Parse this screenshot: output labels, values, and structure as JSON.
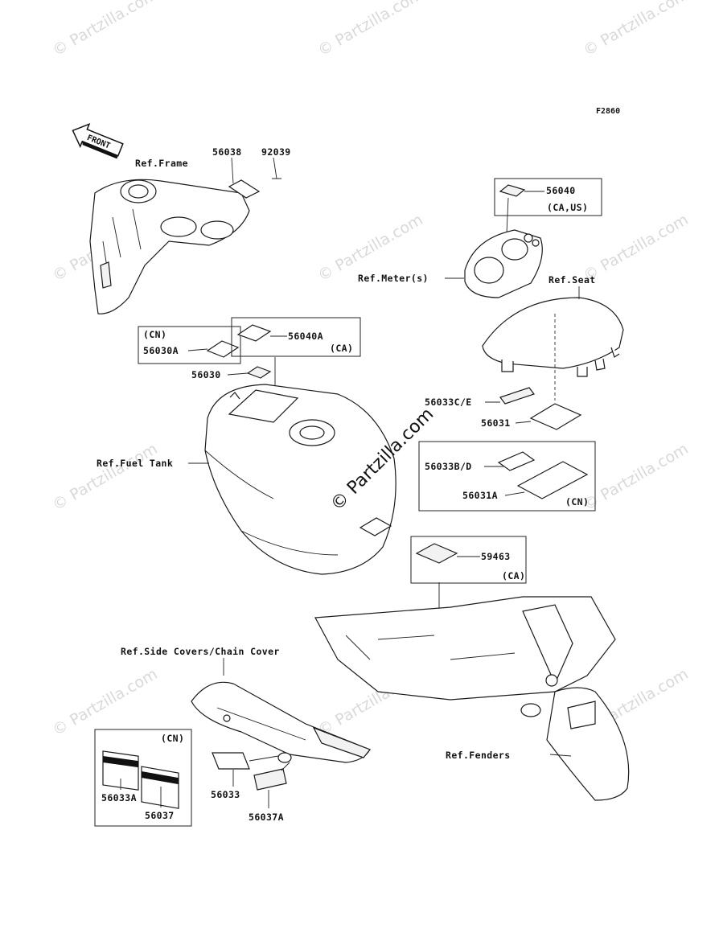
{
  "diagram_id": "F2860",
  "watermark": {
    "text": "© Partzilla.com",
    "main_text": "© Partzilla.com"
  },
  "front_arrow": {
    "label": "FRONT"
  },
  "refs": {
    "frame": "Ref.Frame",
    "meter": "Ref.Meter(s)",
    "seat": "Ref.Seat",
    "fuel_tank": "Ref.Fuel Tank",
    "side_covers": "Ref.Side Covers/Chain Cover",
    "fenders": "Ref.Fenders"
  },
  "parts": {
    "p56038": "56038",
    "p92039": "92039",
    "p56040": "56040",
    "p56040_region": "(CA,US)",
    "p56030A_region": "(CN)",
    "p56030A": "56030A",
    "p56040A": "56040A",
    "p56040A_region": "(CA)",
    "p56030": "56030",
    "p56033CE": "56033C/E",
    "p56031": "56031",
    "p56033BD": "56033B/D",
    "p56031A": "56031A",
    "p56031A_region": "(CN)",
    "p59463": "59463",
    "p59463_region": "(CA)",
    "p56033A_region": "(CN)",
    "p56033A": "56033A",
    "p56037": "56037",
    "p56033": "56033",
    "p56037A": "56037A"
  }
}
